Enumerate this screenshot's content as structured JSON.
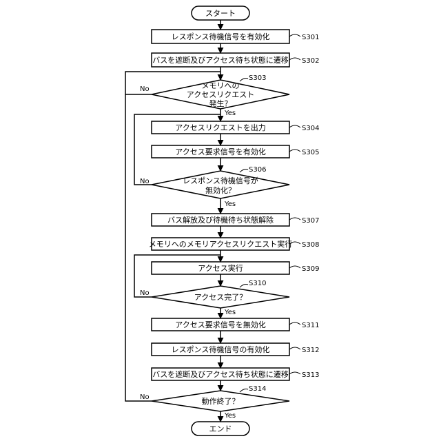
{
  "terminals": {
    "start": "スタート",
    "end": "エンド"
  },
  "steps": {
    "s301": {
      "id": "S301",
      "text": "レスポンス待機信号を有効化"
    },
    "s302": {
      "id": "S302",
      "text": "バスを遮断及びアクセス待ち状態に遷移"
    },
    "s303": {
      "id": "S303",
      "lines": [
        "メモリへの",
        "アクセスリクエスト",
        "発生？"
      ]
    },
    "s304": {
      "id": "S304",
      "text": "アクセスリクエストを出力"
    },
    "s305": {
      "id": "S305",
      "text": "アクセス要求信号を有効化"
    },
    "s306": {
      "id": "S306",
      "lines": [
        "レスポンス待機信号が",
        "無効化？"
      ]
    },
    "s307": {
      "id": "S307",
      "text": "バス解放及び待機待ち状態解除"
    },
    "s308": {
      "id": "S308",
      "text": "メモリへのメモリアクセスリクエスト実行"
    },
    "s309": {
      "id": "S309",
      "text": "アクセス実行"
    },
    "s310": {
      "id": "S310",
      "lines": [
        "アクセス完了？"
      ]
    },
    "s311": {
      "id": "S311",
      "text": "アクセス要求信号を無効化"
    },
    "s312": {
      "id": "S312",
      "text": "レスポンス待機信号の有効化"
    },
    "s313": {
      "id": "S313",
      "text": "バスを遮断及びアクセス待ち状態に遷移"
    },
    "s314": {
      "id": "S314",
      "lines": [
        "動作終了？"
      ]
    }
  },
  "branch_labels": {
    "yes": "Yes",
    "no": "No"
  }
}
